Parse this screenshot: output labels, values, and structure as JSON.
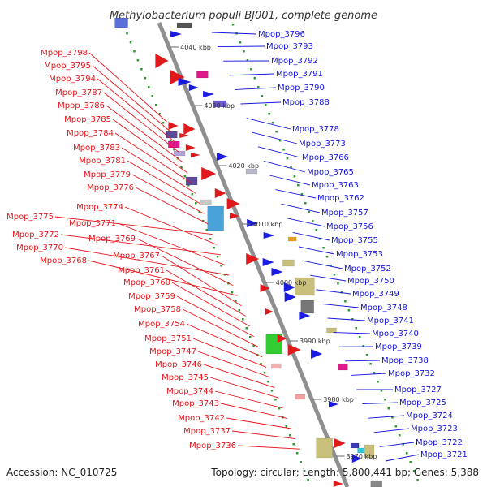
{
  "title": "Methylobacterium populi BJ001, complete genome",
  "accession_label": "Accession: NC_010725",
  "summary_label": "Topology: circular; Length: 5,800,441 bp; Genes: 5,388",
  "colors": {
    "backbone": "#8f8f8f",
    "left_label": "#e8141a",
    "right_label": "#1414e0",
    "kbp_tick": "#2a8a2a"
  },
  "kbp_ticks": [
    "4040 kbp",
    "4030 kbp",
    "4020 kbp",
    "4010 kbp",
    "4000 kbp",
    "3990 kbp",
    "3980 kbp",
    "3970 kbp"
  ],
  "left_genes": [
    "Mpop_3798",
    "Mpop_3795",
    "Mpop_3794",
    "Mpop_3787",
    "Mpop_3786",
    "Mpop_3785",
    "Mpop_3784",
    "Mpop_3783",
    "Mpop_3781",
    "Mpop_3779",
    "Mpop_3776",
    "Mpop_3775",
    "Mpop_3774",
    "Mpop_3772",
    "Mpop_3771",
    "Mpop_3770",
    "Mpop_3769",
    "Mpop_3768",
    "Mpop_3767",
    "Mpop_3761",
    "Mpop_3760",
    "Mpop_3759",
    "Mpop_3758",
    "Mpop_3754",
    "Mpop_3751",
    "Mpop_3747",
    "Mpop_3746",
    "Mpop_3745",
    "Mpop_3744",
    "Mpop_3743",
    "Mpop_3742",
    "Mpop_3737",
    "Mpop_3736"
  ],
  "right_genes": [
    "Mpop_3796",
    "Mpop_3793",
    "Mpop_3792",
    "Mpop_3791",
    "Mpop_3790",
    "Mpop_3788",
    "Mpop_3778",
    "Mpop_3773",
    "Mpop_3766",
    "Mpop_3765",
    "Mpop_3763",
    "Mpop_3762",
    "Mpop_3757",
    "Mpop_3756",
    "Mpop_3755",
    "Mpop_3753",
    "Mpop_3752",
    "Mpop_3750",
    "Mpop_3749",
    "Mpop_3748",
    "Mpop_3741",
    "Mpop_3740",
    "Mpop_3739",
    "Mpop_3738",
    "Mpop_3732",
    "Mpop_3727",
    "Mpop_3725",
    "Mpop_3724",
    "Mpop_3723",
    "Mpop_3722",
    "Mpop_3721"
  ]
}
